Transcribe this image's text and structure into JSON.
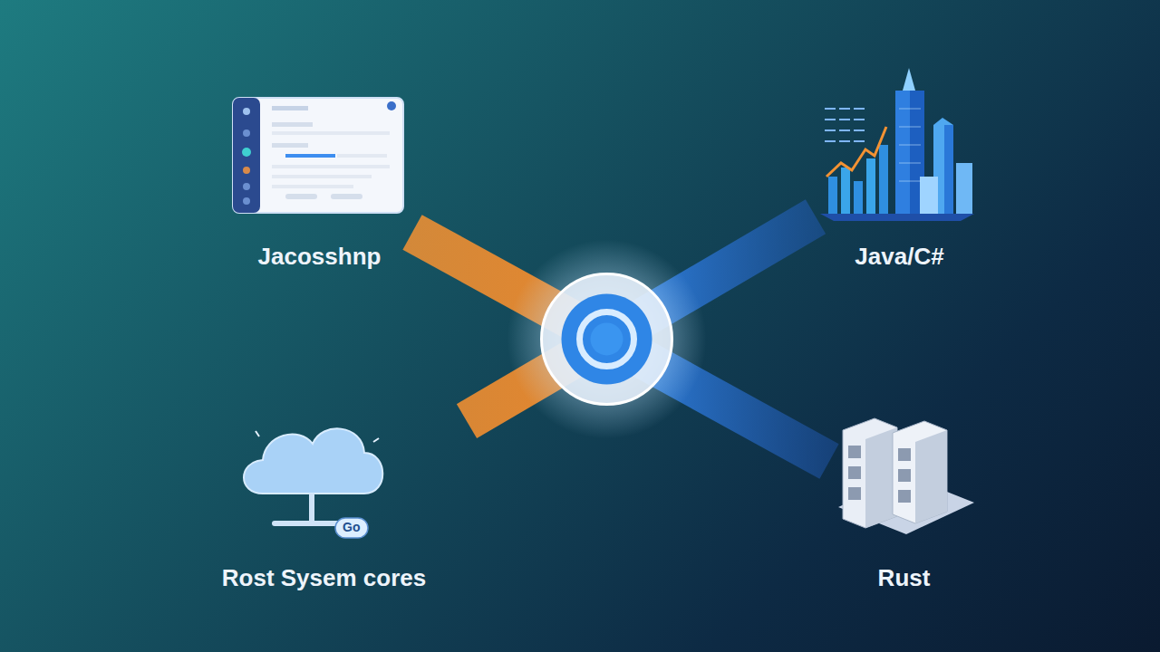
{
  "diagram": {
    "nodes": [
      {
        "text": [
          "Jacosshnp"
        ]
      },
      {
        "text": [
          "Java/C#"
        ]
      },
      {
        "text": [
          "Rost Sysem cores"
        ]
      },
      {
        "text": [
          "Rust"
        ]
      }
    ],
    "edges": [
      {
        "from": 0,
        "to": 3,
        "arrow": "none"
      },
      {
        "from": 2,
        "to": 1,
        "arrow": "none"
      }
    ],
    "labels": [
      "Go"
    ]
  }
}
